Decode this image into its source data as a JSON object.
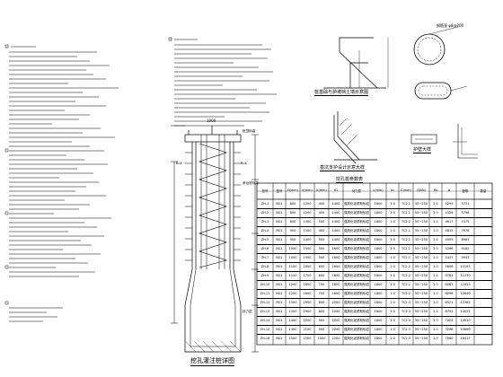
{
  "drawing": {
    "pile_detail_title": "挖孔灌注桩详图",
    "retaining_title": "桩基础与护坡挡土墙示意图",
    "slope_detail_title": "基坑支护设计示意大样",
    "liner_title": "护壁大样",
    "table_title": "挖孔桩参数表",
    "dim_top": "1000",
    "liner_callout": "钢筋笼 φ8@200",
    "pile_labels": [
      "BLK",
      "BLK",
      "桩顶标高",
      "承台底标高",
      "持力层"
    ]
  },
  "table": {
    "headers": [
      "桩号",
      "型号",
      "D(mm)",
      "d(mm)",
      "b(mm)",
      "H1",
      "持力层",
      "L(mm)",
      "hc",
      "C(mm)",
      "Q(kN)",
      "Ra",
      "φ",
      "配筋",
      "数量",
      "备注"
    ],
    "rows": [
      [
        "ZH-1",
        "BG1",
        "800",
        "1200",
        "400",
        "1400",
        "强风化泥质粉砂岩",
        "1800",
        "1:0",
        "TC2.1",
        "55~250",
        "2.0",
        "4259",
        "5731"
      ],
      [
        "ZH-2",
        "BG1",
        "800",
        "1200",
        "400",
        "1400",
        "强风化泥质粉砂岩",
        "1800",
        "1:0",
        "TC2.1",
        "55~250",
        "2.0",
        "4326",
        "5798"
      ],
      [
        "ZH-3",
        "BG1",
        "800",
        "1300",
        "500",
        "1400",
        "强风化泥质粉砂岩",
        "1800",
        "1:0",
        "TC2.2",
        "55~250",
        "2.0",
        "4617",
        "7475"
      ],
      [
        "ZH-4",
        "BG1",
        "900",
        "1300",
        "400",
        "1400",
        "强风化泥质粉砂岩",
        "1800",
        "1:0",
        "TC2.1",
        "55~250",
        "2.0",
        "4815",
        "7678"
      ],
      [
        "ZH-5",
        "BG1",
        "900",
        "1400",
        "500",
        "1400",
        "强风化泥质粉砂岩",
        "1800",
        "1:0",
        "TC2.1",
        "55~250",
        "2.0",
        "4959",
        "8987"
      ],
      [
        "ZH-6",
        "BG1",
        "1000",
        "1500",
        "500",
        "1600",
        "强风化泥质粉砂岩",
        "1800",
        "1:0",
        "TC2.1",
        "55~250",
        "2.0",
        "5266",
        "9182"
      ],
      [
        "ZH-7",
        "BG1",
        "1000",
        "1500",
        "500",
        "1600",
        "强风化泥质粉砂岩",
        "1800",
        "1:0",
        "TC2.1",
        "55~250",
        "2.0",
        "5437",
        "9943"
      ],
      [
        "ZH-8",
        "BG1",
        "1100",
        "1600",
        "600",
        "1600",
        "强风化泥质粉砂岩",
        "1800",
        "1:0",
        "TC2.2",
        "55~250",
        "2.0",
        "5606",
        "10193"
      ],
      [
        "ZH-9",
        "BG1",
        "1100",
        "1700",
        "600",
        "1800",
        "强风化泥质粉砂岩",
        "1800",
        "1:0",
        "TC2.2",
        "55~250",
        "2.0",
        "5784",
        "11230"
      ],
      [
        "ZH-10",
        "BG1",
        "1200",
        "1800",
        "700",
        "1800",
        "强风化泥质粉砂岩",
        "1800",
        "1:0",
        "TC2.2",
        "55~250",
        "2.0",
        "6063",
        "12053"
      ],
      [
        "ZH-11",
        "BG1",
        "1200",
        "1800",
        "700",
        "1800",
        "强风化泥质粉砂岩",
        "1800",
        "1:0",
        "TC2.2",
        "55~250",
        "2.0",
        "6296",
        "12640"
      ],
      [
        "ZH-12",
        "BG1",
        "1300",
        "1900",
        "800",
        "2000",
        "强风化泥质粉砂岩",
        "1800",
        "1:0",
        "TC2.3",
        "55~250",
        "2.0",
        "6521",
        "13385"
      ],
      [
        "ZH-13",
        "BG1",
        "1300",
        "1900",
        "800",
        "2000",
        "强风化泥质粉砂岩",
        "1800",
        "1:0",
        "TC2.3",
        "55~250",
        "2.0",
        "6751",
        "14022"
      ],
      [
        "ZH-14",
        "BG1",
        "1400",
        "2000",
        "900",
        "2000",
        "强风化泥质粉砂岩",
        "1800",
        "1:0",
        "TC2.3",
        "55~250",
        "2.0",
        "7024",
        "14910"
      ],
      [
        "ZH-15",
        "BG1",
        "1400",
        "2100",
        "900",
        "2200",
        "强风化泥质粉砂岩",
        "1800",
        "1:0",
        "TC2.3",
        "55~250",
        "2.0",
        "7296",
        "15690"
      ],
      [
        "ZH-16",
        "BG1",
        "1500",
        "2200",
        "1000",
        "2200",
        "强风化泥质粉砂岩",
        "1800",
        "1:0",
        "TC2.3",
        "55~250",
        "2.0",
        "7560",
        "16417"
      ]
    ]
  }
}
